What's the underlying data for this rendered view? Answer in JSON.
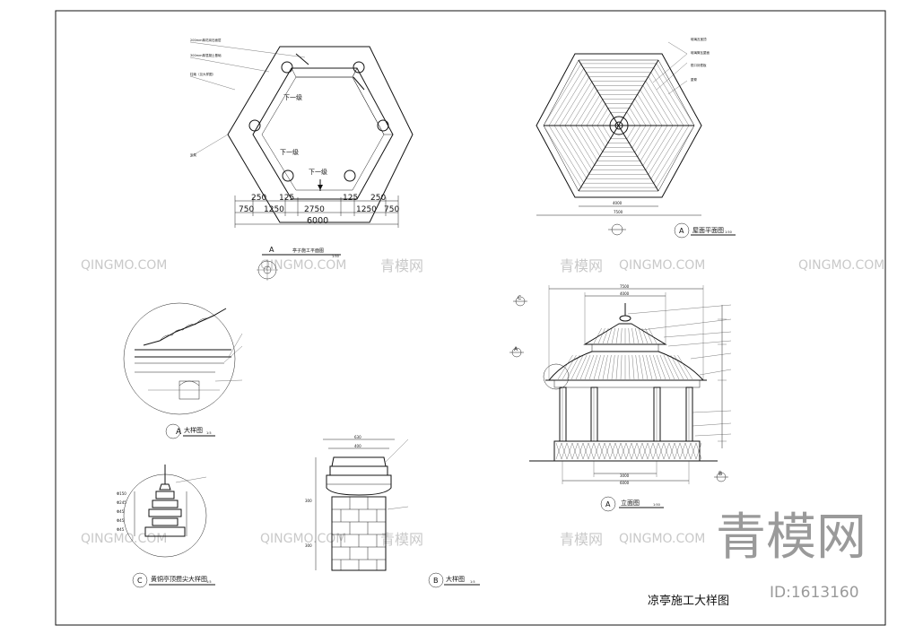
{
  "sheet_title": "凉亭施工大样图",
  "plan": {
    "title": "亭子施工平面图",
    "ref_letter": "A",
    "scale": "1:50",
    "steps": [
      "下一级",
      "下一级",
      "下一级"
    ],
    "dims_top": [
      "250",
      "125",
      "125",
      "250"
    ],
    "dims_mid": [
      "750",
      "1250",
      "2750",
      "1250",
      "750"
    ],
    "dims_total": "6000",
    "notes": [
      "200mm厚花岗石面层",
      "300mm厚混凝土基础",
      "柱础（见大样图）",
      "坐凳"
    ]
  },
  "roof_plan": {
    "title": "屋面平面图",
    "ref_letter": "A",
    "scale": "1:50",
    "dim_inner": "4000",
    "dim_outer": "7500",
    "notes": [
      "琉璃瓦宝顶",
      "琉璃筒瓦屋面",
      "檐口封檐板",
      "屋脊"
    ]
  },
  "elevation": {
    "title": "立面图",
    "ref_letter": "A",
    "scale": "1:50",
    "dim_top_outer": "7500",
    "dim_top_inner": "4000",
    "dim_bottom_inner": "3000",
    "dim_bottom_outer": "6000",
    "section_marks": [
      "C",
      "B",
      "A"
    ]
  },
  "detail_a": {
    "title": "大样图",
    "ref_letter": "A",
    "scale": "1:5"
  },
  "detail_b": {
    "title": "大样图",
    "ref_letter": "B",
    "scale": "1:5",
    "dims": [
      "630",
      "400",
      "300",
      "300"
    ]
  },
  "detail_c": {
    "title": "黄铜亭顶攒尖大样图",
    "ref_letter": "C",
    "scale": "1:5",
    "dims": [
      "Φ150",
      "Φ245",
      "Φ45",
      "Φ45",
      "Φ45"
    ]
  },
  "watermark": {
    "brand": "QINGMO.COM",
    "brand_cn": "青模网",
    "id_text": "ID:1613160"
  }
}
